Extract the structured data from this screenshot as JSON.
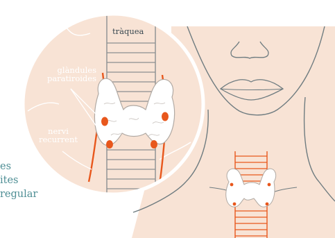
{
  "labels": {
    "trachea": "tràquea",
    "parathyroid_line1": "glàndules",
    "parathyroid_line2": "paratiroides",
    "nerve_line1": "nervi",
    "nerve_line2": "recurrent"
  },
  "partial_text": [
    "es",
    "ites",
    "regular"
  ],
  "colors": {
    "skin": "#f8e3d5",
    "outline": "#6f7c80",
    "orange": "#e8571c",
    "teal": "#4e8e94",
    "white": "#ffffff"
  },
  "icons": [
    "face-icon",
    "thyroid-gland-icon",
    "trachea-icon",
    "magnifier-circle-icon"
  ]
}
